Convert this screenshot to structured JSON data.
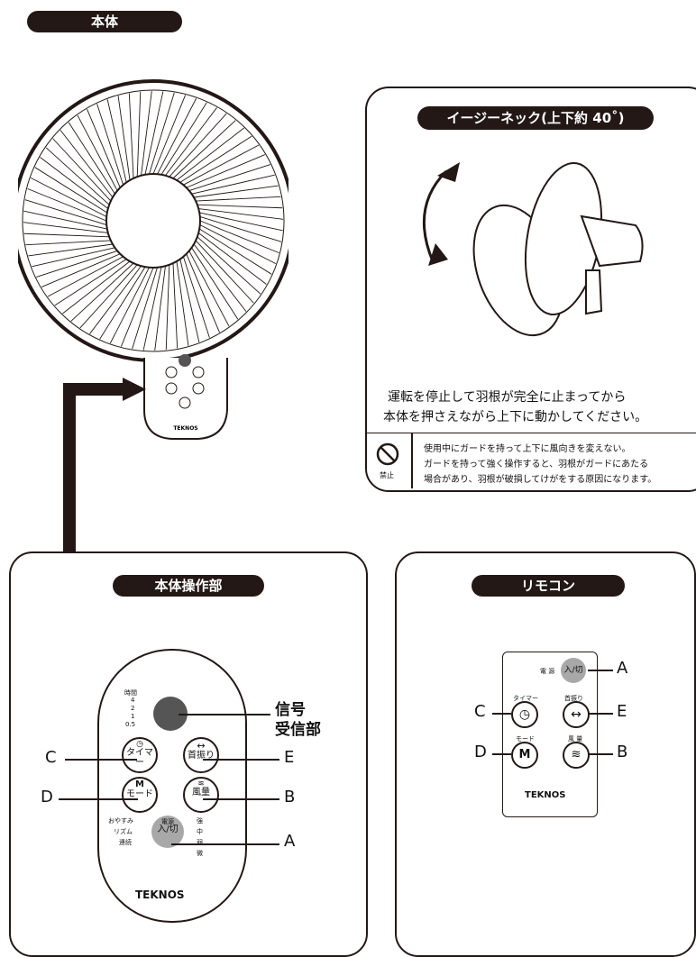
{
  "sections": {
    "main_title": "本体",
    "easy_neck_title": "イージーネック(上下約 40˚)",
    "panel_title": "本体操作部",
    "remote_title": "リモコン"
  },
  "easy_neck": {
    "instruction_1": "運転を停止して羽根が完全に止まってから",
    "instruction_2": "本体を押さえながら上下に動かしてください。",
    "prohibit_label": "禁止",
    "warning_1": "使用中にガードを持って上下に風向きを変えない。",
    "warning_2": "ガードを持って強く操作すると、羽根がガードにあたる",
    "warning_3": "場合があり、羽根が破損してけがをする原因になります。"
  },
  "brand": "TEKNOS",
  "panel": {
    "timer_header": "時間",
    "timer_levels": [
      "4",
      "2",
      "1",
      "0.5"
    ],
    "timer_button": "タイマー",
    "swing_button": "首振り",
    "mode_button_symbol": "M",
    "mode_button": "モード",
    "wind_button": "風量",
    "power_header": "電源",
    "power_button": "入/切",
    "modes": [
      "おやすみ",
      "リズム",
      "連続"
    ],
    "speeds": [
      "強",
      "中",
      "弱",
      "微"
    ],
    "receiver_label_1": "信号",
    "receiver_label_2": "受信部"
  },
  "remote": {
    "power_caption": "電 源",
    "power_button": "入/切",
    "timer_caption": "タイマー",
    "swing_caption": "首振り",
    "mode_caption": "モード",
    "mode_symbol": "M",
    "wind_caption": "風 量"
  },
  "callouts": {
    "A": "A",
    "B": "B",
    "C": "C",
    "D": "D",
    "E": "E"
  },
  "colors": {
    "dark": "#231815",
    "receiver": "#555555",
    "power": "#a8a8a8"
  }
}
